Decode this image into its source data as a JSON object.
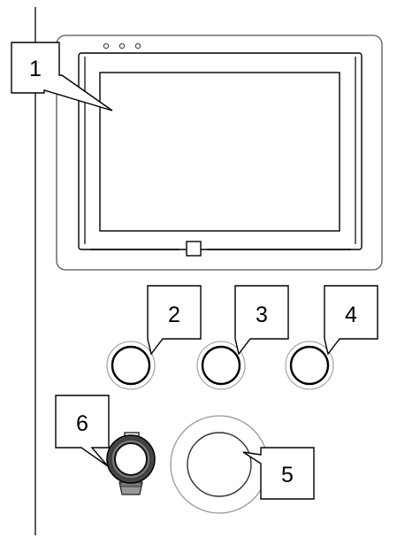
{
  "callouts": {
    "c1": "1",
    "c2": "2",
    "c3": "3",
    "c4": "4",
    "c5": "5",
    "c6": "6"
  },
  "indicator_leds": 3,
  "icons": {
    "home_button": "square-home-icon",
    "knob": "round-knob-icon",
    "emergency_stop": "large-round-button-icon",
    "key_switch": "key-switch-icon"
  },
  "colors": {
    "line": "#000000",
    "panel_stroke": "#555555",
    "emergency_ring": "#9a9a9a",
    "background": "#ffffff"
  }
}
